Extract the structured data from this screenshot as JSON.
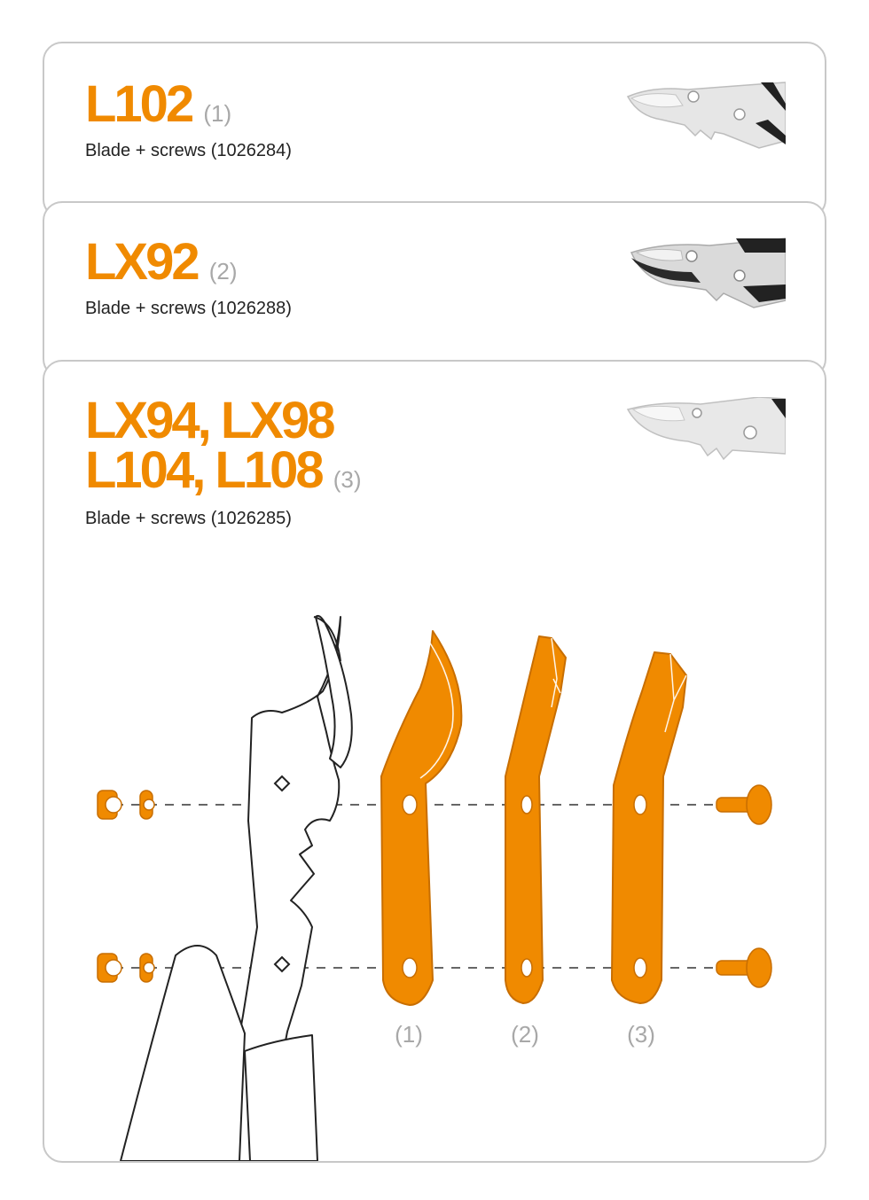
{
  "sections": [
    {
      "model": "L102",
      "index": "(1)",
      "description": "Blade + screws (1026284)"
    },
    {
      "model": "LX92",
      "index": "(2)",
      "description": "Blade + screws (1026288)"
    },
    {
      "model_line1": "LX94, LX98",
      "model_line2": "L104, L108",
      "index": "(3)",
      "description": "Blade + screws (1026285)"
    }
  ],
  "diagram": {
    "blade_labels": [
      "(1)",
      "(2)",
      "(3)"
    ]
  },
  "colors": {
    "accent": "#f08a00",
    "accent_dark": "#c86e00",
    "muted": "#a8a8a8",
    "border": "#c8c8c8"
  }
}
